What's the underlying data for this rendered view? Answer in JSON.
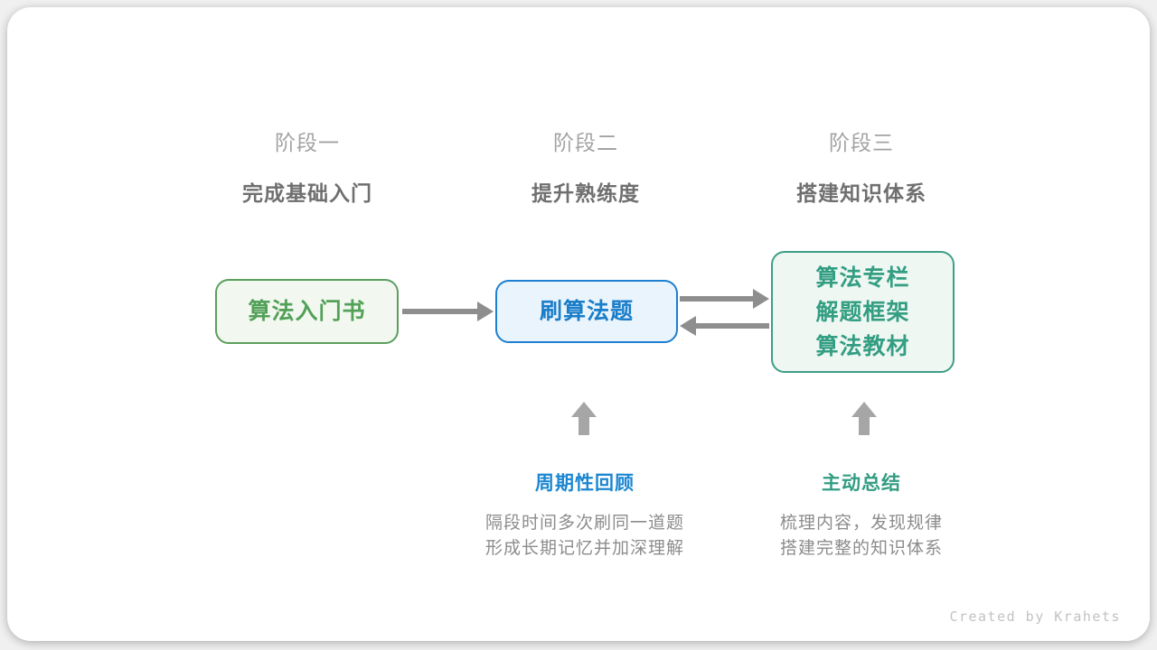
{
  "stages": [
    {
      "label": "阶段一",
      "subtitle": "完成基础入门"
    },
    {
      "label": "阶段二",
      "subtitle": "提升熟练度"
    },
    {
      "label": "阶段三",
      "subtitle": "搭建知识体系"
    }
  ],
  "boxes": [
    {
      "lines": [
        "算法入门书"
      ],
      "color": "#53a058"
    },
    {
      "lines": [
        "刷算法题"
      ],
      "color": "#1b7ec9"
    },
    {
      "lines": [
        "算法专栏",
        "解题框架",
        "算法教材"
      ],
      "color": "#339e82"
    }
  ],
  "annotations": [
    {
      "title": "周期性回顾",
      "color": "#1c87d1",
      "lines": [
        "隔段时间多次刷同一道题",
        "形成长期记忆并加深理解"
      ]
    },
    {
      "title": "主动总结",
      "color": "#329c82",
      "lines": [
        "梳理内容，发现规律",
        "搭建完整的知识体系"
      ]
    }
  ],
  "credit": "Created by Krahets",
  "colors": {
    "green_text": "#53a058",
    "green_border": "#5b9e5e",
    "green_bg": "#f2f8f0",
    "blue_text": "#1b7ec9",
    "blue_border": "#1c7fd0",
    "blue_bg": "#eaf4fc",
    "teal_text": "#339e82",
    "teal_border": "#3d9e86",
    "teal_bg": "#eff7f3",
    "arrow": "#8e8e8e",
    "up_arrow": "#a6a6a6",
    "stage_label": "#a3a3a3",
    "stage_subtitle": "#6f6f6f",
    "description": "#8c8c8c",
    "credit": "#c2c2c2"
  }
}
